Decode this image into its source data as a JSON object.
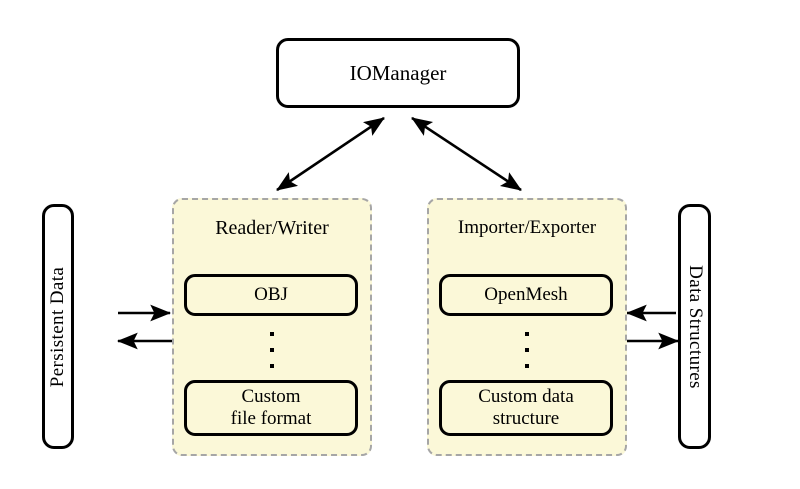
{
  "diagram": {
    "title_box": {
      "label": "IOManager"
    },
    "left_endpoint": {
      "label": "Persistent Data"
    },
    "right_endpoint": {
      "label": "Data Structures"
    },
    "groups": [
      {
        "title": "Reader/Writer",
        "items": [
          {
            "label": "OBJ"
          },
          {
            "label": "Custom\nfile format"
          }
        ],
        "ellipsis": "vertical-dots"
      },
      {
        "title": "Importer/Exporter",
        "items": [
          {
            "label": "OpenMesh"
          },
          {
            "label": "Custom data\nstructure"
          }
        ],
        "ellipsis": "vertical-dots"
      }
    ],
    "connections": [
      {
        "name": "iomanager-to-reader-writer",
        "style": "double-headed"
      },
      {
        "name": "iomanager-to-importer-exporter",
        "style": "double-headed"
      },
      {
        "name": "persistent-data-to-reader-writer",
        "style": "single-headed-right"
      },
      {
        "name": "reader-writer-to-persistent-data",
        "style": "single-headed-left"
      },
      {
        "name": "data-structures-to-importer-exporter",
        "style": "single-headed-left"
      },
      {
        "name": "importer-exporter-to-data-structures",
        "style": "single-headed-right"
      }
    ],
    "colors": {
      "group_fill": "#fbf8d8",
      "group_border": "#a6a6a6",
      "box_border": "#000000",
      "background": "#ffffff",
      "text": "#000000"
    }
  }
}
